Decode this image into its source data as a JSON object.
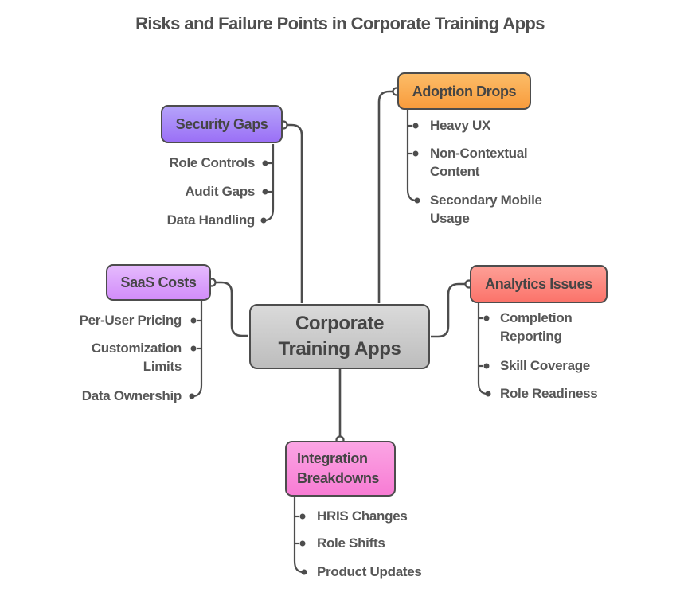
{
  "title": "Risks and Failure Points in Corporate Training Apps",
  "colors": {
    "edge": "#4d4d4d",
    "title_text": "#4f4f4f",
    "node_text": "#454545",
    "child_text": "#575757",
    "background": "#ffffff"
  },
  "center": {
    "label": "Corporate Training Apps",
    "gradient": {
      "top": "#dadada",
      "bottom": "#bdbdbd"
    }
  },
  "branches": [
    {
      "label": "Security Gaps",
      "gradient": {
        "top": "#b5a3fa",
        "bottom": "#9b70f6"
      },
      "children": [
        "Role Controls",
        "Audit Gaps",
        "Data Handling"
      ]
    },
    {
      "label": "Adoption Drops",
      "gradient": {
        "top": "#fcbc67",
        "bottom": "#f89c3d"
      },
      "children": [
        "Heavy UX",
        "Non-Contextual Content",
        "Secondary Mobile Usage"
      ]
    },
    {
      "label": "SaaS Costs",
      "gradient": {
        "top": "#e5bafd",
        "bottom": "#d28dfa"
      },
      "children": [
        "Per-User Pricing",
        "Customization Limits",
        "Data Ownership"
      ]
    },
    {
      "label": "Analytics Issues",
      "gradient": {
        "top": "#fd9f96",
        "bottom": "#fb746b"
      },
      "children": [
        "Completion Reporting",
        "Skill Coverage",
        "Role Readiness"
      ]
    },
    {
      "label": "Integration Breakdowns",
      "gradient": {
        "top": "#fba5e4",
        "bottom": "#f87cd4"
      },
      "children": [
        "HRIS Changes",
        "Role Shifts",
        "Product Updates"
      ]
    }
  ]
}
